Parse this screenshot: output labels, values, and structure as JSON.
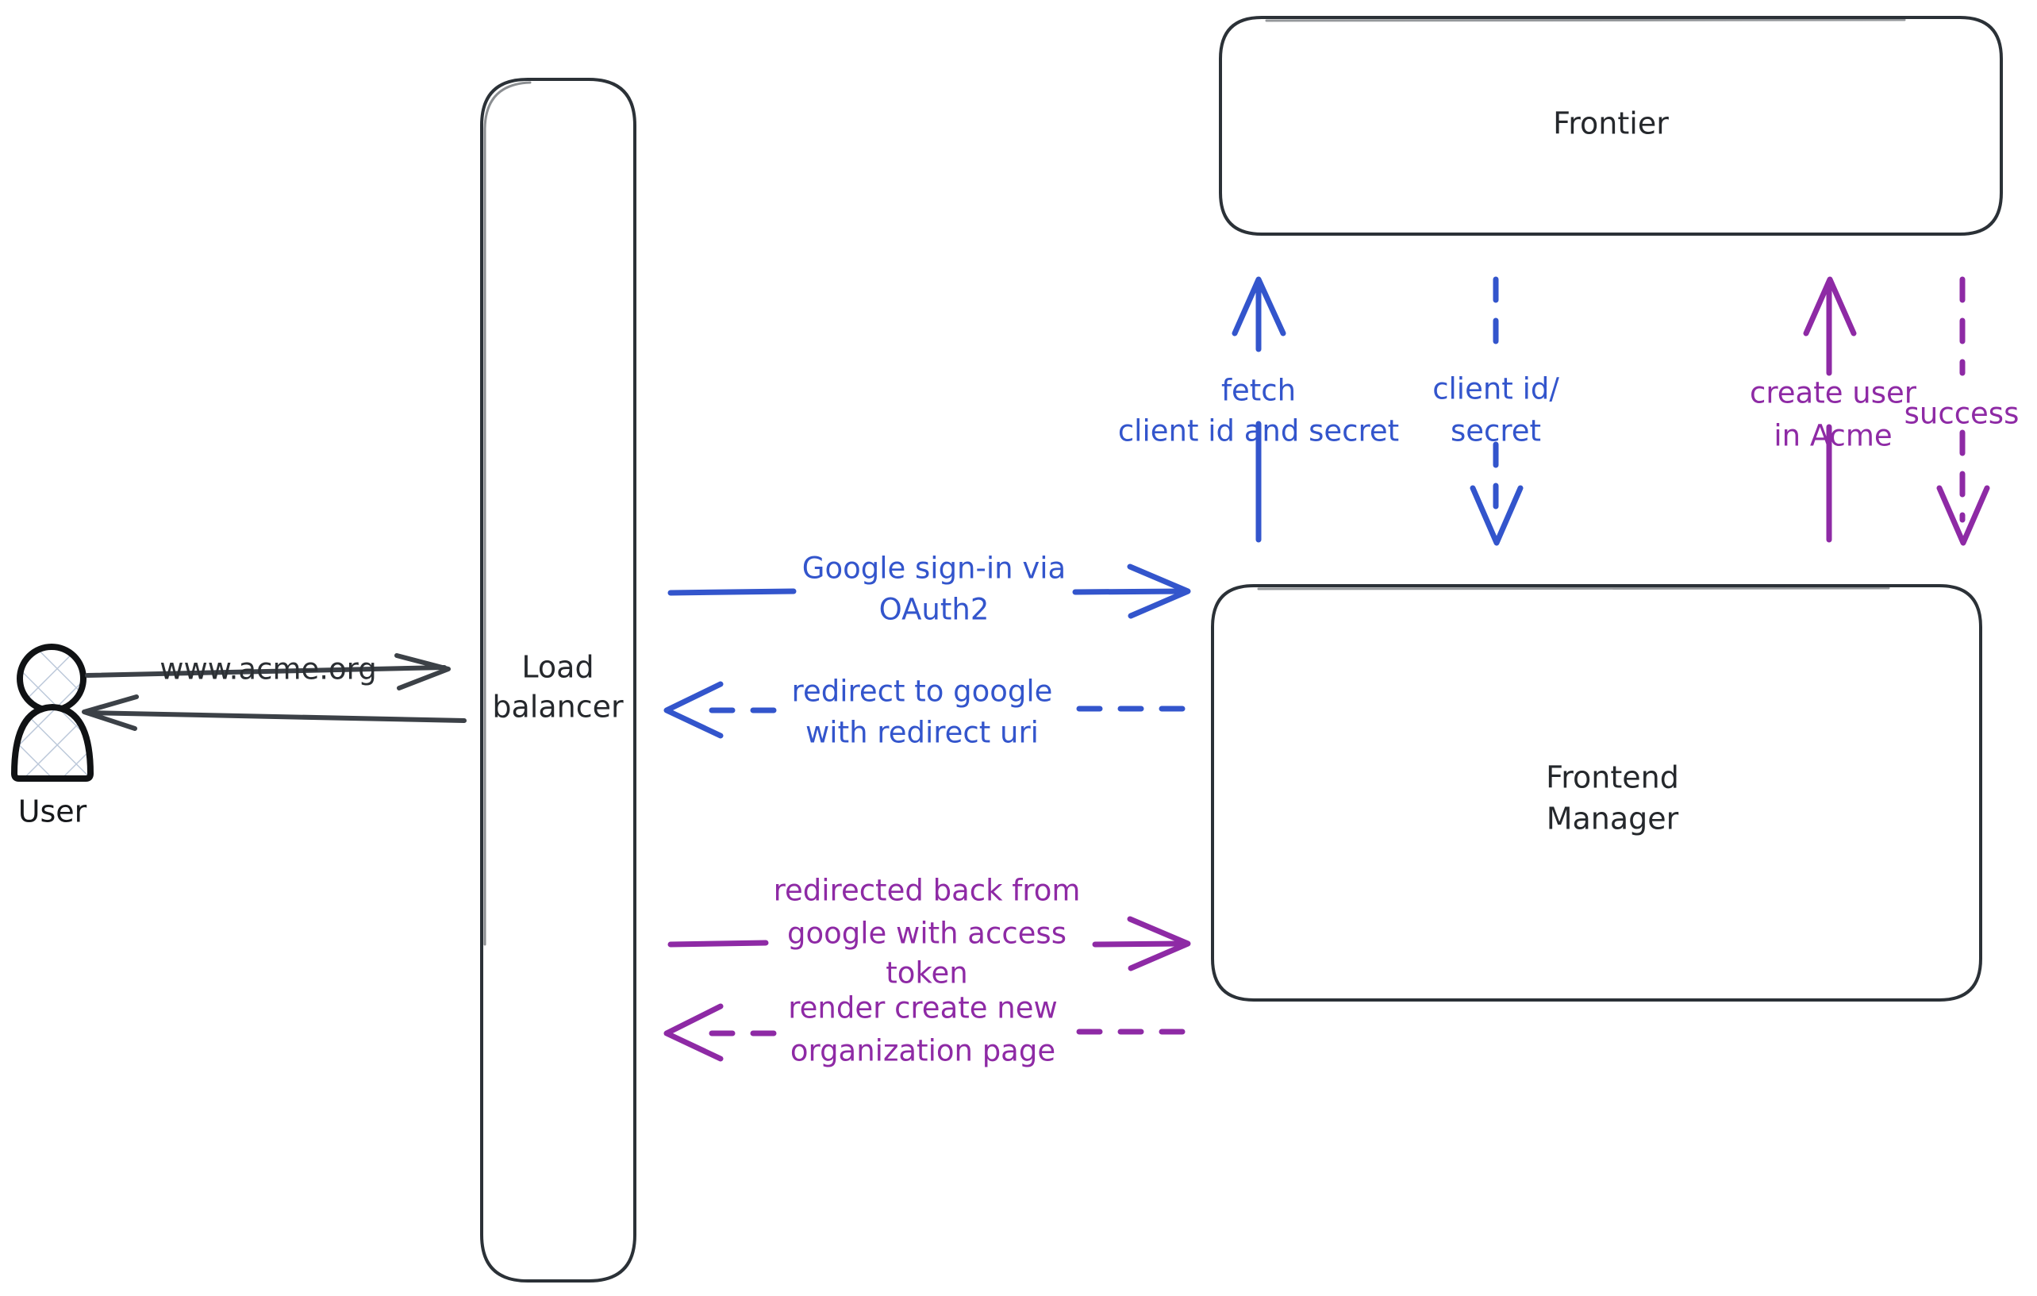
{
  "diagram": {
    "title": "Google OAuth2 sign-in flow",
    "background": "#ffffff",
    "colors": {
      "blue": "#3355cc",
      "purple": "#8e2aa5",
      "dark": "#2b3137",
      "actor_outline": "#101214",
      "hatch": "#b9c6d8"
    }
  },
  "actors": [
    {
      "name": "user",
      "label": "User",
      "icon": "person-icon"
    }
  ],
  "nodes": [
    {
      "name": "load-balancer",
      "label_line1": "Load",
      "label_line2": "balancer"
    },
    {
      "name": "frontier",
      "label_line1": "Frontier",
      "label_line2": ""
    },
    {
      "name": "frontend-manager",
      "label_line1": "Frontend",
      "label_line2": "Manager"
    }
  ],
  "edges": [
    {
      "name": "user-to-lb",
      "from": "user",
      "to": "load-balancer",
      "label_lines": [
        "www.acme.org"
      ],
      "color": "dark",
      "style": "solid",
      "direction": "right"
    },
    {
      "name": "lb-to-user",
      "from": "load-balancer",
      "to": "user",
      "label_lines": [],
      "color": "dark",
      "style": "solid",
      "direction": "left"
    },
    {
      "name": "lb-to-fm-signin",
      "from": "load-balancer",
      "to": "frontend-manager",
      "label_lines": [
        "Google sign-in via",
        "OAuth2"
      ],
      "color": "blue",
      "style": "solid",
      "direction": "right"
    },
    {
      "name": "fm-to-lb-redirect",
      "from": "frontend-manager",
      "to": "load-balancer",
      "label_lines": [
        "redirect to google",
        "with redirect uri"
      ],
      "color": "blue",
      "style": "dashed",
      "direction": "left"
    },
    {
      "name": "lb-to-fm-token",
      "from": "load-balancer",
      "to": "frontend-manager",
      "label_lines": [
        "redirected back from",
        "google with access",
        "token"
      ],
      "color": "purple",
      "style": "solid",
      "direction": "right"
    },
    {
      "name": "fm-to-lb-render",
      "from": "frontend-manager",
      "to": "load-balancer",
      "label_lines": [
        "render create new",
        "organization page"
      ],
      "color": "purple",
      "style": "dashed",
      "direction": "left"
    },
    {
      "name": "fm-to-frontier-fetch",
      "from": "frontend-manager",
      "to": "frontier",
      "label_lines": [
        "fetch",
        "client id and secret"
      ],
      "color": "blue",
      "style": "solid",
      "direction": "up"
    },
    {
      "name": "frontier-to-fm-credentials",
      "from": "frontier",
      "to": "frontend-manager",
      "label_lines": [
        "client id/",
        "secret"
      ],
      "color": "blue",
      "style": "dashed",
      "direction": "down"
    },
    {
      "name": "fm-to-frontier-create-user",
      "from": "frontend-manager",
      "to": "frontier",
      "label_lines": [
        "create user",
        "in Acme"
      ],
      "color": "purple",
      "style": "solid",
      "direction": "up"
    },
    {
      "name": "frontier-to-fm-success",
      "from": "frontier",
      "to": "frontend-manager",
      "label_lines": [
        "success"
      ],
      "color": "purple",
      "style": "dashed",
      "direction": "down"
    }
  ]
}
